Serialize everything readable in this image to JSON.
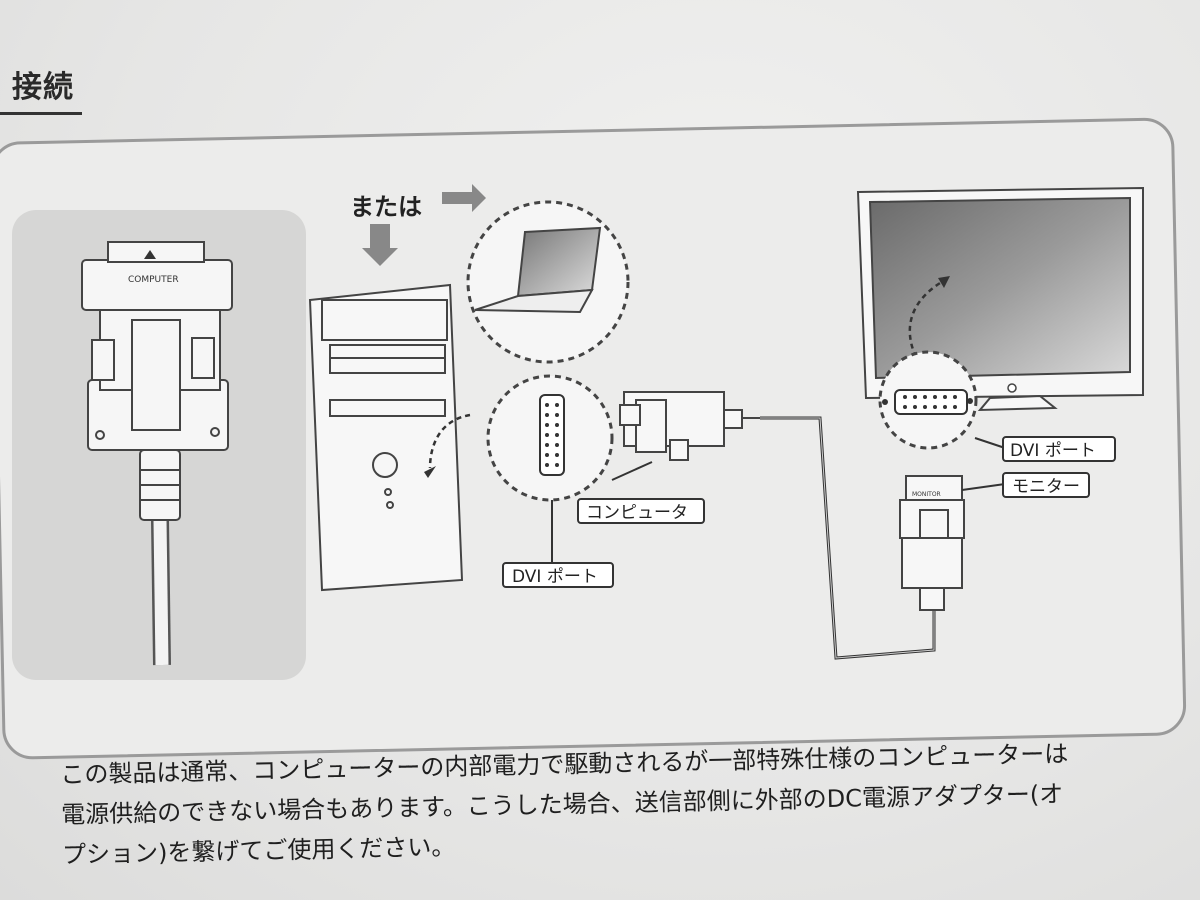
{
  "section": {
    "title": "接続"
  },
  "figure": {
    "or_text": "または",
    "connector_computer_text": "COMPUTER",
    "connector_monitor_text": "MONITOR",
    "label_dvi_port_pc": "DVI ポート",
    "label_computer": "コンピュータ",
    "label_dvi_port_monitor": "DVI ポート",
    "label_monitor": "モニター"
  },
  "note": {
    "line1": "この製品は通常、コンピューターの内部電力で駆動されるが一部特殊仕様のコンピューターは",
    "line2": "電源供給のできない場合もあります。こうした場合、送信部側に外部のDC電源アダプター(オ",
    "line3": "プション)を繋げてご使用ください。"
  }
}
